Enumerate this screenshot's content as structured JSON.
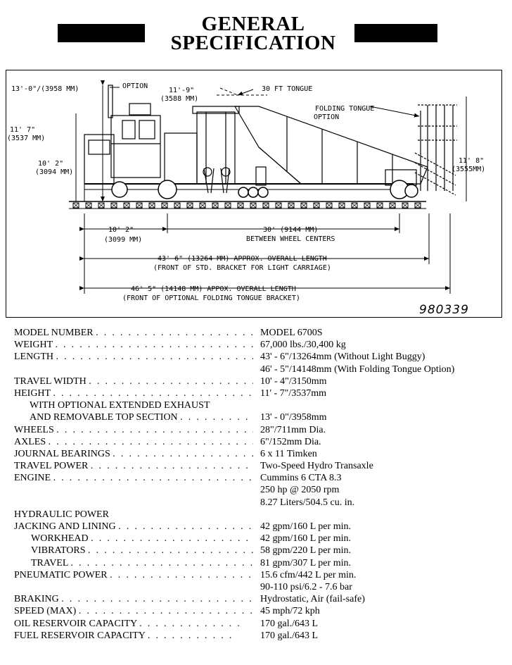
{
  "header": {
    "title_line1": "GENERAL",
    "title_line2": "SPECIFICATION"
  },
  "drawing": {
    "number": "980339",
    "labels": {
      "h13": "13'-0\"/(3958 MM)",
      "option": "OPTION",
      "h11_9": "11'-9\"",
      "h11_9_mm": "(3588 MM)",
      "tongue30": "30 FT TONGUE",
      "folding": "FOLDING TONGUE",
      "folding_option": "OPTION",
      "h11_7": "11'  7\"",
      "h11_7_mm": "(3537 MM)",
      "h10_2": "10'  2\"",
      "h10_2_mm": "(3094 MM)",
      "h11_8": "11'  8\"",
      "h11_8_mm": "(3555MM)",
      "d10_2": "10'  2\"",
      "d10_2_mm": "(3099 MM)",
      "d30": "30' (9144 MM)",
      "d30_sub": "BETWEEN WHEEL CENTERS",
      "d43": "43' 6\" (13264 MM) APPROX. OVERALL LENGTH",
      "d43_sub": "(FRONT OF STD. BRACKET FOR LIGHT CARRIAGE)",
      "d46": "46' 5\" (14148 MM) APPOX. OVERALL LENGTH",
      "d46_sub": "(FRONT OF OPTIONAL FOLDING TONGUE BRACKET)"
    }
  },
  "specs": [
    {
      "label": "MODEL NUMBER",
      "value": "MODEL 6700S"
    },
    {
      "label": "WEIGHT",
      "value": "67,000 lbs./30,400 kg"
    },
    {
      "label": "LENGTH",
      "value": "43' - 6\"/13264mm (Without Light Buggy)"
    },
    {
      "label": "",
      "value": "46' - 5\"/14148mm (With Folding Tongue Option)"
    },
    {
      "label": "TRAVEL WIDTH",
      "value": "10' - 4\"/3150mm"
    },
    {
      "label": "HEIGHT",
      "value": "11' - 7\"/3537mm"
    },
    {
      "label": "WITH OPTIONAL EXTENDED EXHAUST",
      "value": ""
    },
    {
      "label": "AND REMOVABLE TOP SECTION",
      "value": "13' - 0\"/3958mm"
    },
    {
      "label": "WHEELS",
      "value": "28\"/711mm Dia."
    },
    {
      "label": "AXLES",
      "value": "6\"/152mm Dia."
    },
    {
      "label": "JOURNAL BEARINGS",
      "value": "6 x 11 Timken"
    },
    {
      "label": "TRAVEL POWER",
      "value": "Two-Speed Hydro Transaxle"
    },
    {
      "label": "ENGINE",
      "value": "Cummins 6 CTA 8.3"
    },
    {
      "label": "",
      "value": "250 hp @ 2050 rpm"
    },
    {
      "label": "",
      "value": "8.27 Liters/504.5 cu. in."
    },
    {
      "label": "HYDRAULIC POWER",
      "value": ""
    },
    {
      "label": "JACKING AND LINING",
      "value": "42 gpm/160 L per min."
    },
    {
      "label": "WORKHEAD",
      "value": "42 gpm/160 L per min."
    },
    {
      "label": "VIBRATORS",
      "value": "58 gpm/220 L per min."
    },
    {
      "label": "TRAVEL",
      "value": "81 gpm/307 L per min."
    },
    {
      "label": "PNEUMATIC POWER",
      "value": "15.6 cfm/442 L per min."
    },
    {
      "label": "",
      "value": "90-110 psi/6.2 - 7.6 bar"
    },
    {
      "label": "BRAKING",
      "value": "Hydrostatic, Air (fail-safe)"
    },
    {
      "label": "SPEED (MAX)",
      "value": "45 mph/72 kph"
    },
    {
      "label": "OIL RESERVOIR CAPACITY",
      "value": "170 gal./643 L"
    },
    {
      "label": "FUEL RESERVOIR CAPACITY",
      "value": "170 gal./643 L"
    }
  ]
}
